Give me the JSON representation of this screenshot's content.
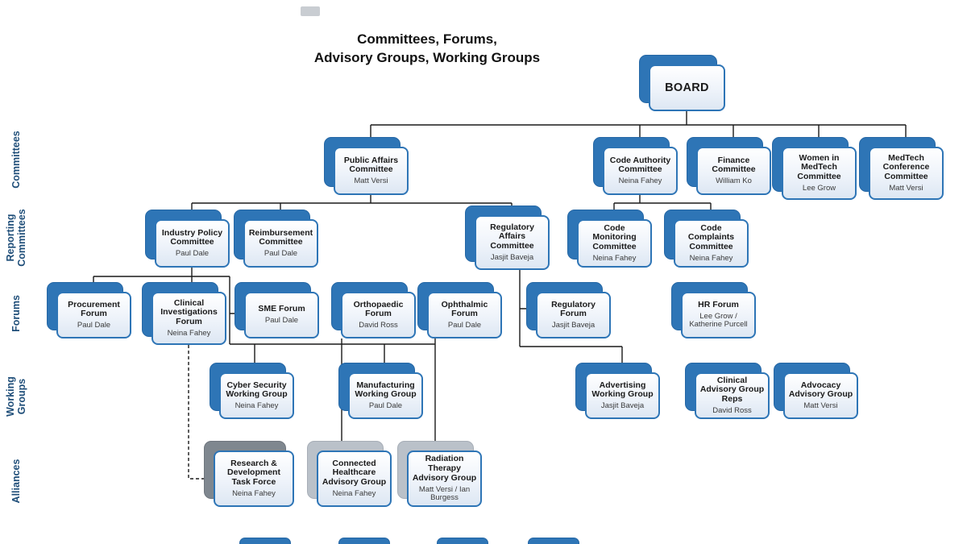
{
  "title": {
    "line1": "Committees, Forums,",
    "line2": "Advisory Groups, Working Groups"
  },
  "row_labels": {
    "committees": "Committees",
    "reporting_committees": "Reporting Committees",
    "forums": "Forums",
    "working_groups": "Working Groups",
    "alliances": "Alliances"
  },
  "nodes": {
    "board": {
      "title": "BOARD"
    },
    "public_affairs": {
      "title": "Public Affairs Committee",
      "lead": "Matt Versi"
    },
    "code_authority": {
      "title": "Code Authority Committee",
      "lead": "Neina Fahey"
    },
    "finance": {
      "title": "Finance Committee",
      "lead": "William Ko"
    },
    "women_medtech": {
      "title": "Women in MedTech Committee",
      "lead": "Lee Grow"
    },
    "medtech_conference": {
      "title": "MedTech Conference Committee",
      "lead": "Matt Versi"
    },
    "industry_policy": {
      "title": "Industry Policy Committee",
      "lead": "Paul Dale"
    },
    "reimbursement": {
      "title": "Reimbursement Committee",
      "lead": "Paul Dale"
    },
    "regulatory_affairs": {
      "title": "Regulatory Affairs Committee",
      "lead": "Jasjit Baveja"
    },
    "code_monitoring": {
      "title": "Code Monitoring Committee",
      "lead": "Neina Fahey"
    },
    "code_complaints": {
      "title": "Code Complaints Committee",
      "lead": "Neina Fahey"
    },
    "procurement": {
      "title": "Procurement Forum",
      "lead": "Paul Dale"
    },
    "clinical_investigations": {
      "title": "Clinical Investigations Forum",
      "lead": "Neina Fahey"
    },
    "sme": {
      "title": "SME Forum",
      "lead": "Paul Dale"
    },
    "orthopaedic": {
      "title": "Orthopaedic Forum",
      "lead": "David Ross"
    },
    "ophthalmic": {
      "title": "Ophthalmic Forum",
      "lead": "Paul Dale"
    },
    "regulatory_forum": {
      "title": "Regulatory Forum",
      "lead": "Jasjit Baveja"
    },
    "hr_forum": {
      "title": "HR Forum",
      "lead": "Lee Grow / Katherine Purcell"
    },
    "cyber_security": {
      "title": "Cyber Security Working Group",
      "lead": "Neina Fahey"
    },
    "manufacturing": {
      "title": "Manufacturing Working Group",
      "lead": "Paul Dale"
    },
    "advertising": {
      "title": "Advertising Working Group",
      "lead": "Jasjit Baveja"
    },
    "clinical_advisory": {
      "title": "Clinical Advisory Group Reps",
      "lead": "David Ross"
    },
    "advocacy": {
      "title": "Advocacy Advisory Group",
      "lead": "Matt Versi"
    },
    "rd_task_force": {
      "title": "Research & Development Task Force",
      "lead": "Neina Fahey"
    },
    "connected_healthcare": {
      "title": "Connected Healthcare Advisory Group",
      "lead": "Neina Fahey"
    },
    "radiation_therapy": {
      "title": "Radiation Therapy Advisory Group",
      "lead": "Matt Versi / Ian Burgess"
    }
  },
  "colors": {
    "node_shadow_blue": "#2E75B6",
    "node_shadow_gray_dark": "#7F878F",
    "node_shadow_gray_light": "#BAC1C9",
    "node_border_blue": "#2E75B6",
    "row_label_blue": "#1F4E79",
    "connector_black": "#1A1A1A"
  }
}
